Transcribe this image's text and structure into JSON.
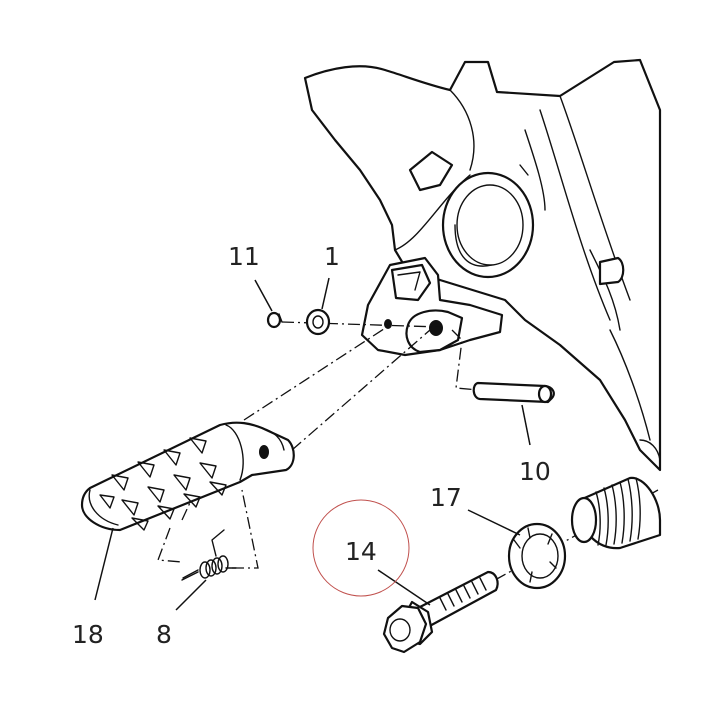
{
  "callouts": {
    "c1": "1",
    "c8": "8",
    "c10": "10",
    "c11": "11",
    "c14": "14",
    "c17": "17",
    "c18": "18"
  },
  "highlight": {
    "target": "14",
    "color": "#c0504d"
  }
}
